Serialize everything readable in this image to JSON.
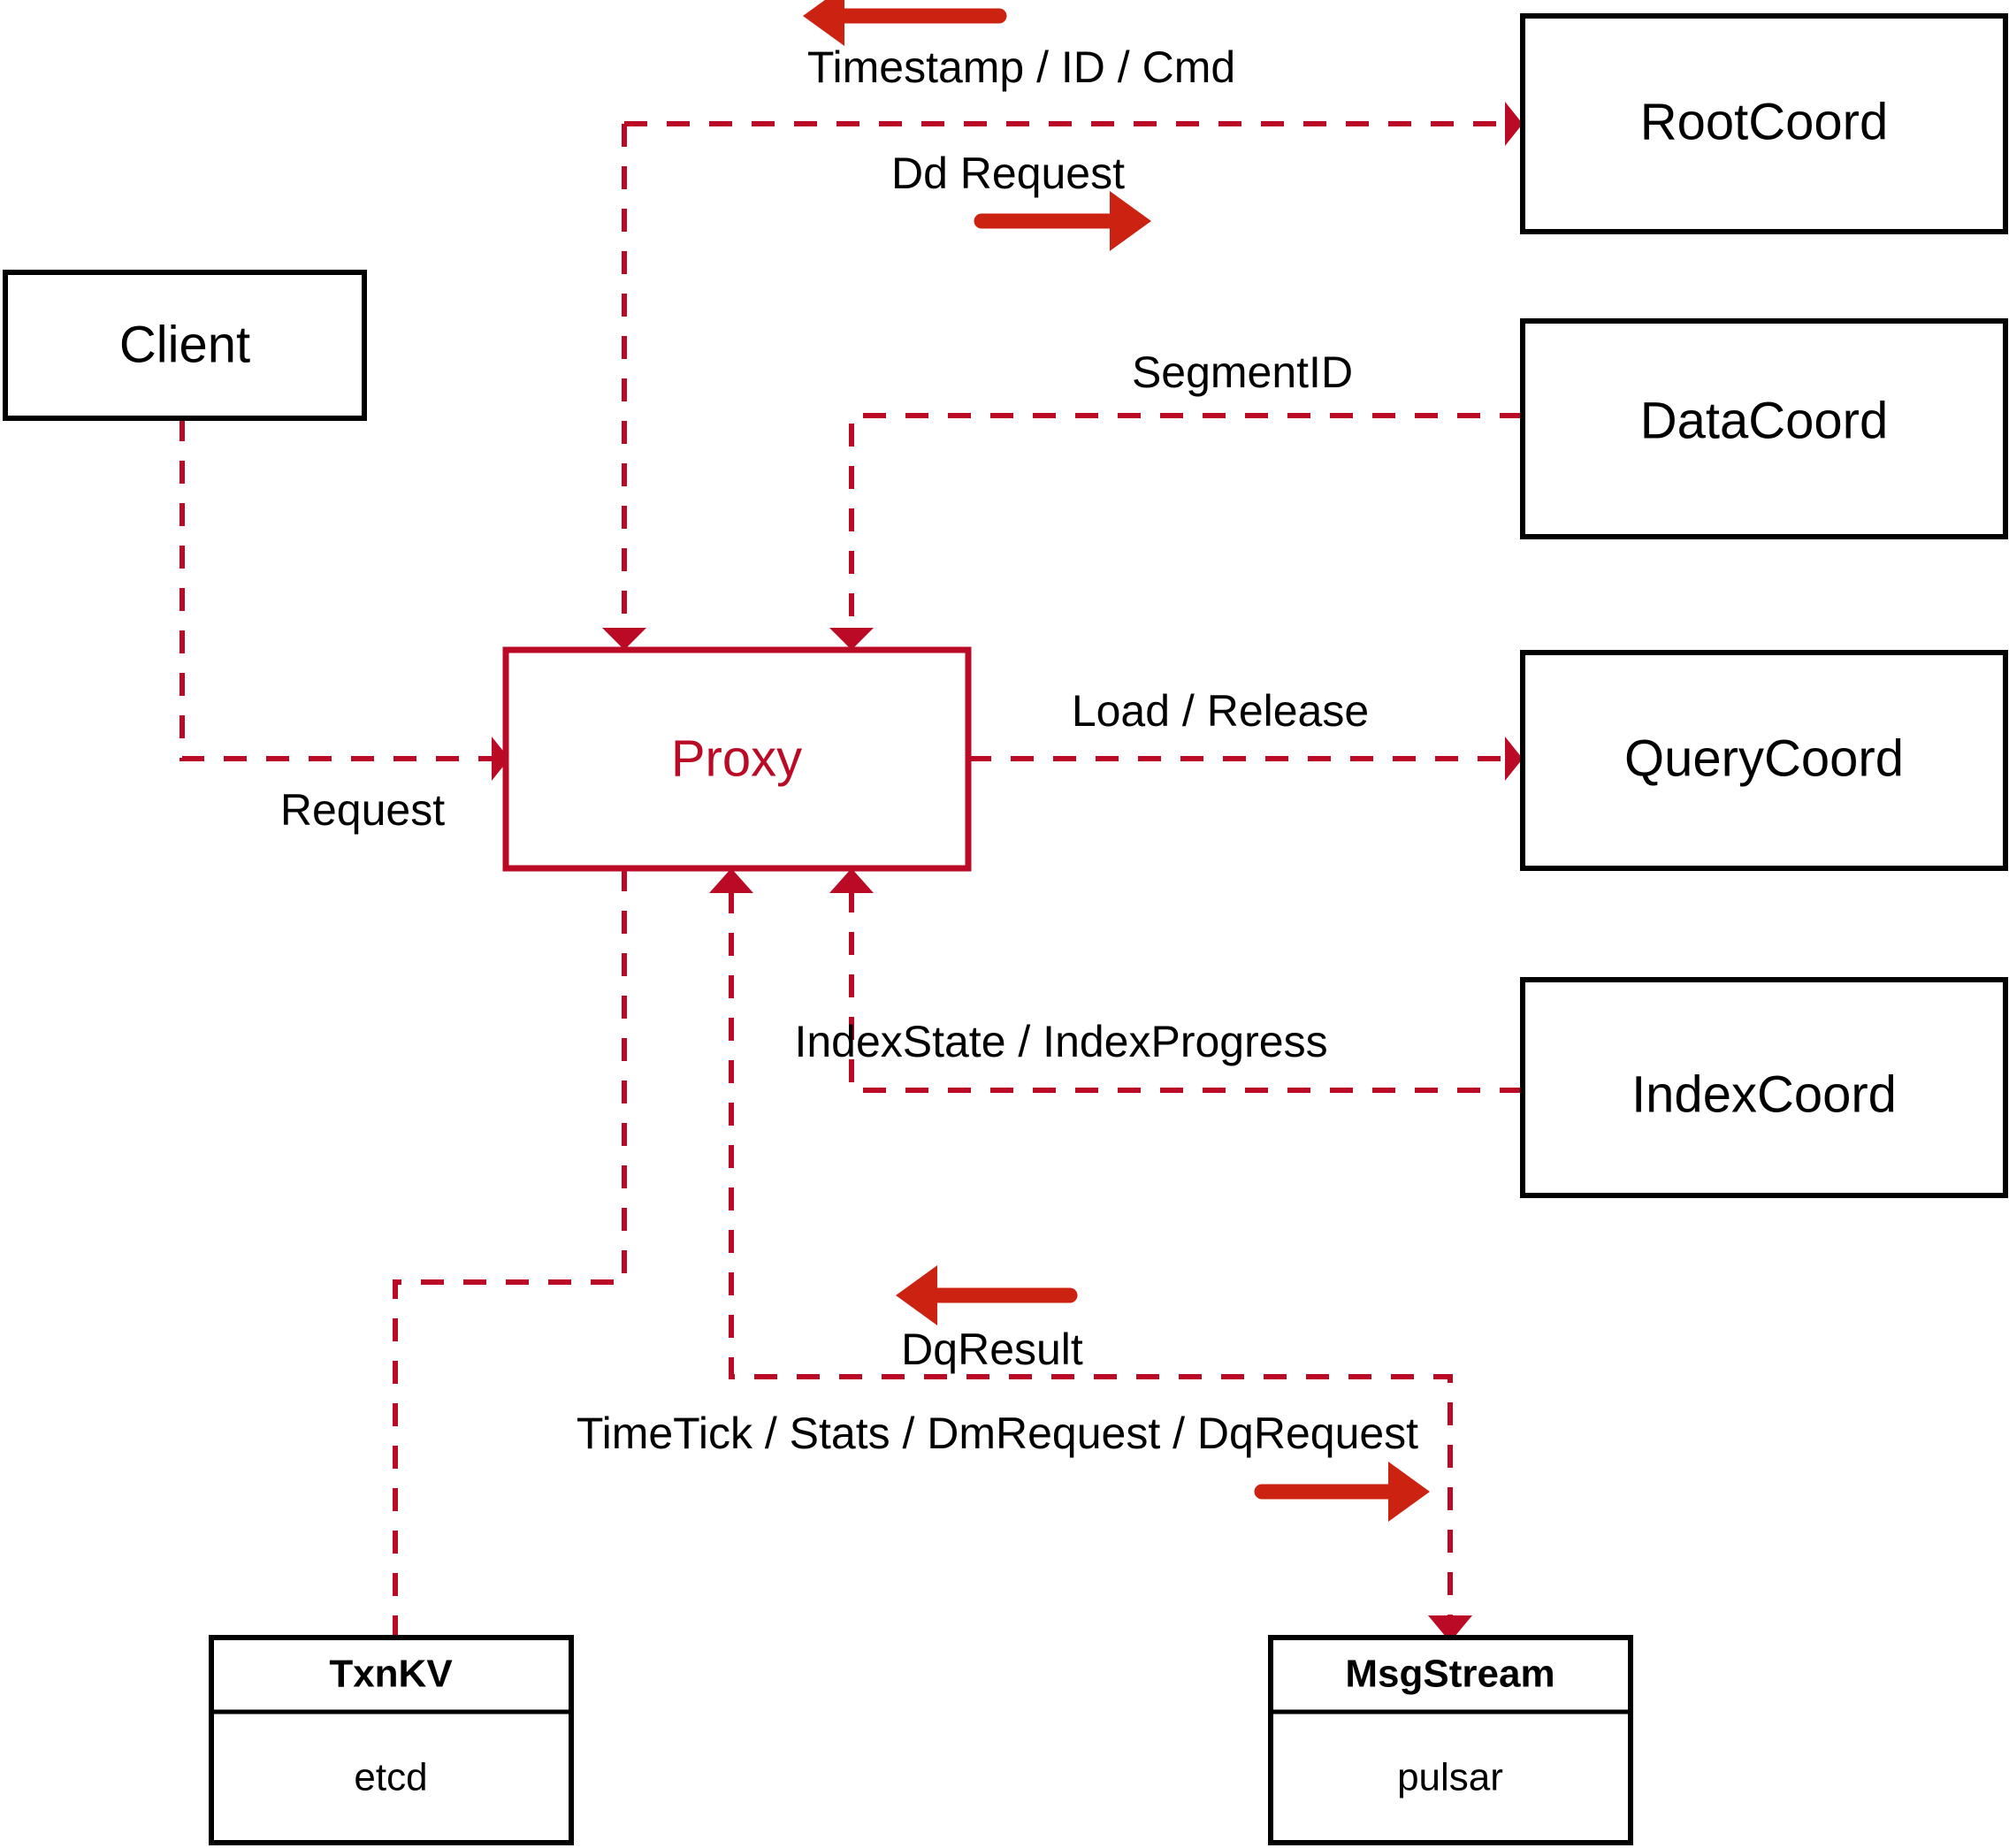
{
  "diagram": {
    "title": "Milvus Proxy interaction diagram",
    "colors": {
      "dashed_edge": "#bb0a26",
      "solid_arrow": "#cc2211",
      "node_border": "#000000",
      "proxy_border": "#bb0a26",
      "proxy_text": "#bb0a26",
      "background": "#ffffff"
    },
    "nodes": {
      "client": {
        "label": "Client"
      },
      "proxy": {
        "label": "Proxy"
      },
      "root_coord": {
        "label": "RootCoord"
      },
      "data_coord": {
        "label": "DataCoord"
      },
      "query_coord": {
        "label": "QueryCoord"
      },
      "index_coord": {
        "label": "IndexCoord"
      },
      "txn_kv": {
        "header": "TxnKV",
        "body": "etcd"
      },
      "msg_stream": {
        "header": "MsgStream",
        "body": "pulsar"
      }
    },
    "edge_labels": {
      "timestamp_id_cmd": "Timestamp / ID / Cmd",
      "dd_request": "Dd Request",
      "segment_id": "SegmentID",
      "request": "Request",
      "load_release": "Load / Release",
      "index_state_progress": "IndexState / IndexProgress",
      "dq_result": "DqResult",
      "timetick_stats": "TimeTick / Stats / DmRequest / DqRequest"
    }
  }
}
